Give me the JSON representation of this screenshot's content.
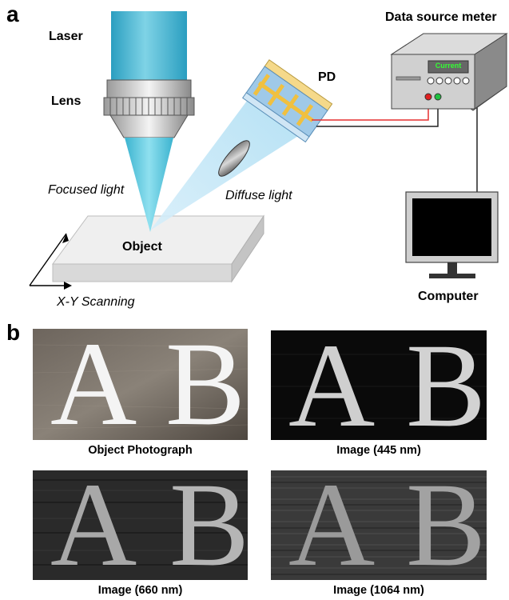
{
  "panel_a": {
    "letter": "a",
    "labels": {
      "laser": "Laser",
      "lens": "Lens",
      "focused_light": "Focused light",
      "diffuse_light": "Diffuse light",
      "object": "Object",
      "scanning": "X-Y Scanning",
      "pd": "PD",
      "data_source_meter": "Data source meter",
      "current_display": "Current",
      "computer": "Computer"
    },
    "colors": {
      "laser_beam": "#3bb3cf",
      "diffuse_beam": "#a9dcf2",
      "object_top": "#ededed",
      "meter_body": "#c9c9c9",
      "meter_display_bg": "#666666",
      "meter_display_text": "#33ff33",
      "pd_electrode": "#f0c040",
      "pd_substrate": "#9fc9e8",
      "wire_red": "#e53030",
      "terminal_red": "#e02020",
      "terminal_green": "#20c040",
      "monitor_screen": "#000000"
    }
  },
  "panel_b": {
    "letter": "b",
    "images": [
      {
        "caption": "Object Photograph",
        "letters": [
          "A",
          "B"
        ]
      },
      {
        "caption": "Image (445 nm)",
        "letters": [
          "A",
          "B"
        ]
      },
      {
        "caption": "Image (660 nm)",
        "letters": [
          "A",
          "B"
        ]
      },
      {
        "caption": "Image (1064 nm)",
        "letters": [
          "A",
          "B"
        ]
      }
    ]
  }
}
